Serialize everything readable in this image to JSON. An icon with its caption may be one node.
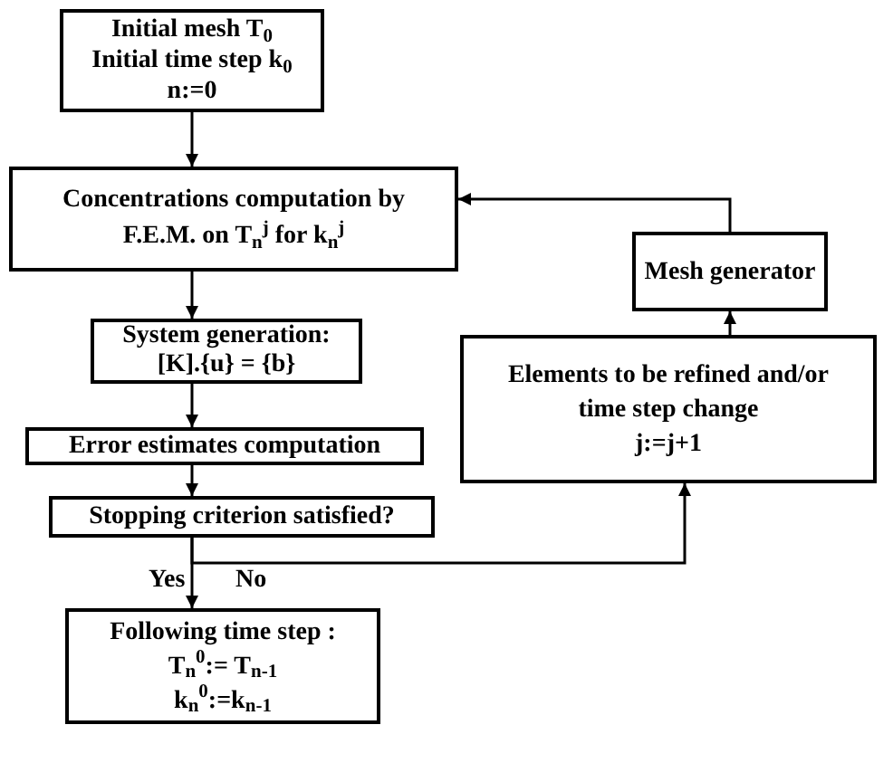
{
  "diagram": {
    "nodes": [
      {
        "text": [
          "Initial mesh T$_{0}$",
          "Initial time step k$_{0}$",
          "n:=0"
        ]
      },
      {
        "text": [
          "Concentrations computation by F.E.M. on T$_{n}$$^{j}$ for k$_{n}$$^{j}$"
        ]
      },
      {
        "text": [
          "System generation:",
          "[K].{u} = {b}"
        ]
      },
      {
        "text": [
          "Error estimates computation"
        ]
      },
      {
        "text": [
          "Stopping criterion satisfied?"
        ]
      },
      {
        "text": [
          "Following time step :",
          "T$_{n}$$^{0}$:= T$_{n-1}$",
          "k$_{n}$$^{0}$:=k$_{n-1}$"
        ]
      },
      {
        "text": [
          "Elements to be refined and/or time step change",
          "j:=j+1"
        ]
      },
      {
        "text": [
          "Mesh generator"
        ]
      }
    ],
    "edges": [
      {
        "from": 0,
        "to": 1,
        "arrow": "to"
      },
      {
        "from": 1,
        "to": 2,
        "arrow": "to"
      },
      {
        "from": 2,
        "to": 3,
        "arrow": "to"
      },
      {
        "from": 3,
        "to": 4,
        "arrow": "to"
      },
      {
        "from": 4,
        "to": 5,
        "arrow": "to",
        "label": "Yes"
      },
      {
        "from": 4,
        "to": 6,
        "arrow": "to",
        "label": "No"
      },
      {
        "from": 6,
        "to": 7,
        "arrow": "to"
      },
      {
        "from": 7,
        "to": 1,
        "arrow": "to"
      }
    ]
  }
}
